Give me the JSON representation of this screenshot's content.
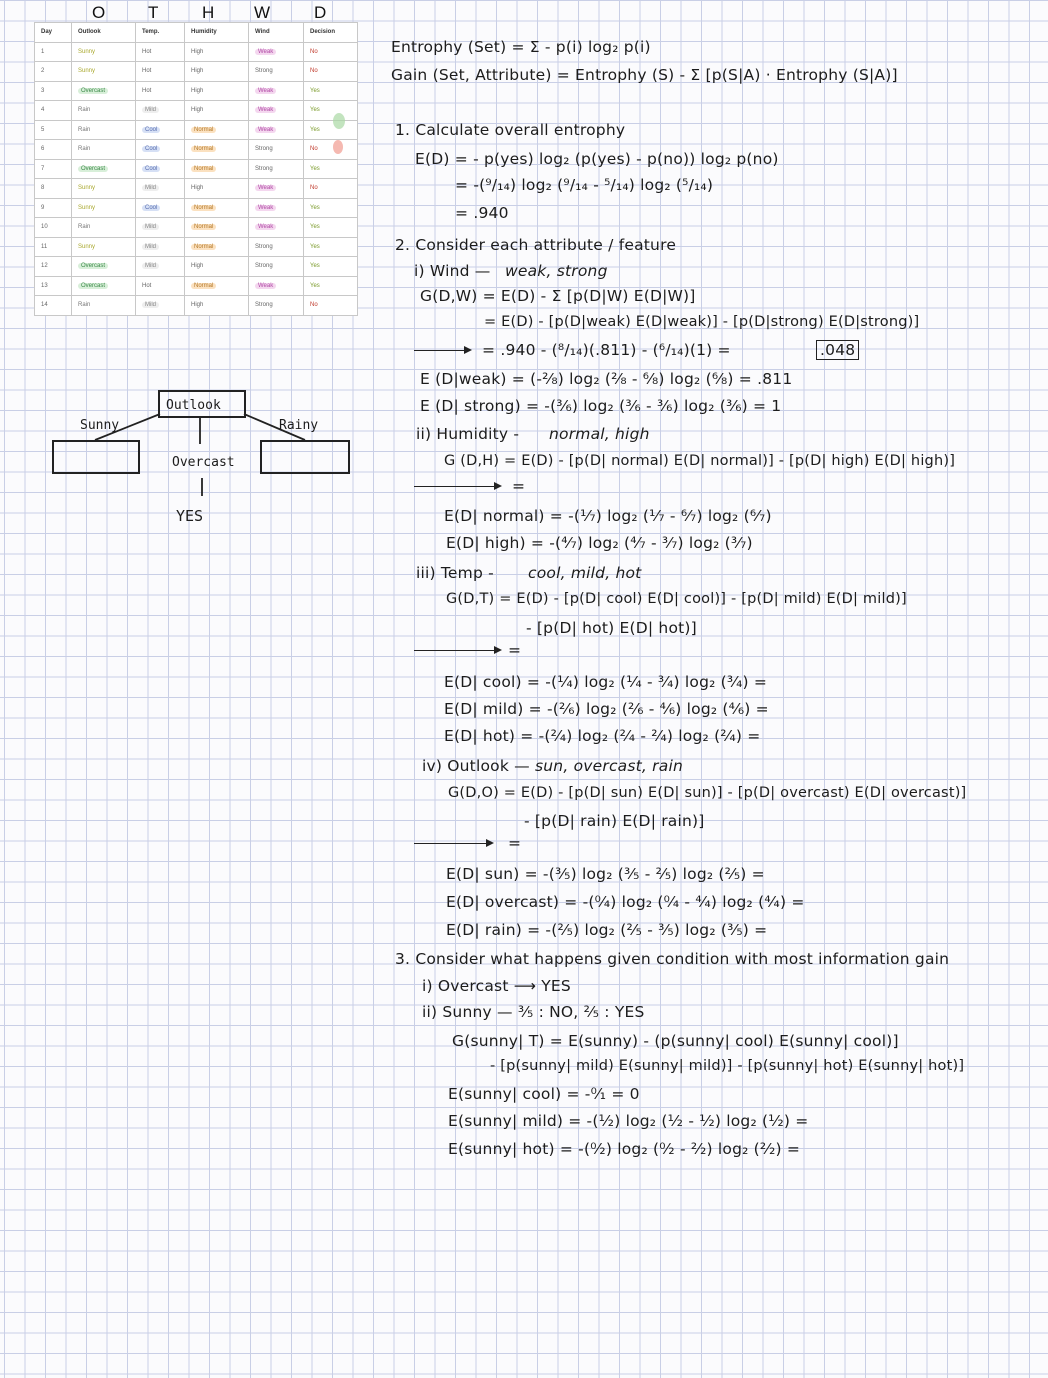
{
  "table": {
    "col_letters": [
      "O",
      "T",
      "H",
      "W",
      "D"
    ],
    "headers": [
      "Day",
      "Outlook",
      "Temp.",
      "Humidity",
      "Wind",
      "Decision"
    ],
    "rows": [
      [
        "1",
        "Sunny",
        "Hot",
        "High",
        "Weak",
        "No"
      ],
      [
        "2",
        "Sunny",
        "Hot",
        "High",
        "Strong",
        "No"
      ],
      [
        "3",
        "Overcast",
        "Hot",
        "High",
        "Weak",
        "Yes"
      ],
      [
        "4",
        "Rain",
        "Mild",
        "High",
        "Weak",
        "Yes"
      ],
      [
        "5",
        "Rain",
        "Cool",
        "Normal",
        "Weak",
        "Yes"
      ],
      [
        "6",
        "Rain",
        "Cool",
        "Normal",
        "Strong",
        "No"
      ],
      [
        "7",
        "Overcast",
        "Cool",
        "Normal",
        "Strong",
        "Yes"
      ],
      [
        "8",
        "Sunny",
        "Mild",
        "High",
        "Weak",
        "No"
      ],
      [
        "9",
        "Sunny",
        "Cool",
        "Normal",
        "Weak",
        "Yes"
      ],
      [
        "10",
        "Rain",
        "Mild",
        "Normal",
        "Weak",
        "Yes"
      ],
      [
        "11",
        "Sunny",
        "Mild",
        "Normal",
        "Strong",
        "Yes"
      ],
      [
        "12",
        "Overcast",
        "Mild",
        "High",
        "Strong",
        "Yes"
      ],
      [
        "13",
        "Overcast",
        "Hot",
        "Normal",
        "Weak",
        "Yes"
      ],
      [
        "14",
        "Rain",
        "Mild",
        "High",
        "Strong",
        "No"
      ]
    ]
  },
  "tree": {
    "root": "Outlook",
    "left": "Sunny",
    "middle": "Overcast",
    "right": "Rainy",
    "leaf": "YES"
  },
  "notes": {
    "l_entropy": "Entrophy (Set) = Σ - p(i) log₂ p(i)",
    "l_gain": "Gain (Set, Attribute) = Entrophy (S) - Σ [p(S|A) · Entrophy (S|A)]",
    "s1_title": "1. Calculate overall entrophy",
    "s1_a": "E(D) = - p(yes) log₂ (p(yes) - p(no)) log₂ p(no)",
    "s1_b": "= -(⁹/₁₄) log₂ (⁹/₁₄ - ⁵/₁₄) log₂ (⁵/₁₄)",
    "s1_c": "= .940",
    "s2_title": "2. Consider each attribute / feature",
    "w_title": "i) Wind —",
    "w_vals": "weak, strong",
    "w_g": "G(D,W) = E(D) - Σ [p(D|W) E(D|W)]",
    "w_g2": "= E(D) - [p(D|weak) E(D|weak)] - [p(D|strong) E(D|strong)]",
    "w_g3": "= .940 - (⁸/₁₄)(.811) - (⁶/₁₄)(1) =",
    "w_result": ".048",
    "w_weak": "E (D|weak) = (-²⁄₈) log₂ (²⁄₈ - ⁶⁄₈) log₂ (⁶⁄₈) = .811",
    "w_strong": "E (D| strong) = -(³⁄₆) log₂ (³⁄₆ - ³⁄₆) log₂ (³⁄₆) = 1",
    "h_title": "ii) Humidity -",
    "h_vals": "normal, high",
    "h_g": "G (D,H) = E(D) - [p(D| normal) E(D| normal)] - [p(D| high) E(D| high)]",
    "h_eq": "=",
    "h_normal": "E(D| normal) = -(¹⁄₇) log₂ (¹⁄₇ - ⁶⁄₇) log₂ (⁶⁄₇)",
    "h_high": "E(D| high) = -(⁴⁄₇) log₂ (⁴⁄₇ - ³⁄₇) log₂ (³⁄₇)",
    "t_title": "iii) Temp -",
    "t_vals": "cool, mild, hot",
    "t_g": "G(D,T) = E(D) - [p(D| cool) E(D| cool)] - [p(D| mild) E(D| mild)]",
    "t_g2": "- [p(D| hot) E(D| hot)]",
    "t_eq": "=",
    "t_cool": "E(D| cool) = -(¹⁄₄) log₂ (¹⁄₄ - ³⁄₄) log₂ (³⁄₄) =",
    "t_mild": "E(D| mild) = -(²⁄₆) log₂ (²⁄₆ - ⁴⁄₆) log₂ (⁴⁄₆) =",
    "t_hot": "E(D| hot) = -(²⁄₄) log₂ (²⁄₄ - ²⁄₄) log₂ (²⁄₄) =",
    "o_title": "iv) Outlook —",
    "o_vals": "sun, overcast, rain",
    "o_g": "G(D,O) = E(D) - [p(D| sun) E(D| sun)] - [p(D| overcast) E(D| overcast)]",
    "o_g2": "- [p(D| rain) E(D| rain)]",
    "o_eq": "=",
    "o_sun": "E(D| sun) = -(³⁄₅) log₂ (³⁄₅ - ²⁄₅) log₂ (²⁄₅) =",
    "o_overcast": "E(D| overcast) = -(⁰⁄₄) log₂ (⁰⁄₄ - ⁴⁄₄) log₂ (⁴⁄₄) =",
    "o_rain": "E(D| rain) = -(²⁄₅) log₂ (²⁄₅ - ³⁄₅) log₂ (³⁄₅) =",
    "s3_title": "3. Consider what happens given condition with most information gain",
    "s3_i": "i) Overcast ⟶ YES",
    "s3_ii": "ii) Sunny — ³⁄₅ : NO, ²⁄₅ : YES",
    "s3_g": "G(sunny| T) = E(sunny) - (p(sunny| cool) E(sunny| cool)]",
    "s3_g2": "- [p(sunny| mild) E(sunny| mild)] - [p(sunny| hot) E(sunny| hot)]",
    "s3_cool": "E(sunny| cool) = -⁰⁄₁ = 0",
    "s3_mild": "E(sunny| mild) = -(¹⁄₂) log₂ (¹⁄₂ - ¹⁄₂) log₂ (¹⁄₂) =",
    "s3_hot": "E(sunny| hot) = -(⁰⁄₂) log₂ (⁰⁄₂ - ²⁄₂) log₂ (²⁄₂) ="
  }
}
